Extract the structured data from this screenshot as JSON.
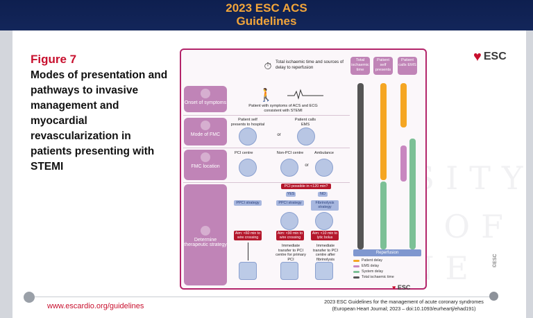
{
  "header": {
    "line1": "2023 ESC ACS",
    "line2": "Guidelines"
  },
  "figure": {
    "label": "Figure 7",
    "description": "Modes of presentation and pathways to invasive management and myocardial revascularization in patients presenting with STEMI"
  },
  "brand": {
    "logo_text": "ESC",
    "mini_logo": "ESC",
    "side_copyright": "©ESC"
  },
  "diagram": {
    "top_note": "Total ischaemic time and sources of delay to reperfusion",
    "columns": [
      "Total ischaemic time",
      "Patient self presents",
      "Patient calls EMS"
    ],
    "rows": [
      "Onset of symptoms",
      "Mode of FMC",
      "FMC location",
      "Determine therapeutic strategy"
    ],
    "onset_text": "Patient with symptoms of ACS and ECG consistent with STEMI",
    "fmc_self": "Patient self presents to hospital",
    "fmc_or": "or",
    "fmc_ems": "Patient calls EMS",
    "loc_pci": "PCI centre",
    "loc_nonpci": "Non-PCI centre",
    "loc_or": "or",
    "loc_amb": "Ambulance",
    "pci_possible": "PCI possible in <120 min?",
    "yes": "YES",
    "no": "NO",
    "ppci1": "PPCI strategy",
    "ppci2": "PPCI strategy",
    "fibrino": "Fibrinolysis strategy",
    "aim1": "Aim: <60 min to wire crossing",
    "aim2": "Aim: <90 min to wire crossing",
    "aim3": "Aim: <10 min to lytic bolus",
    "transfer1": "Immediate transfer to PCI centre for primary PCI",
    "transfer2": "Immediate transfer to PCI centre after fibrinolysis",
    "reperfusion": "Reperfusion",
    "legend": [
      {
        "label": "Patient delay",
        "color": "#f5a623"
      },
      {
        "label": "EMS delay",
        "color": "#c887c0"
      },
      {
        "label": "System delay",
        "color": "#7cc096"
      },
      {
        "label": "Total ischaemic time",
        "color": "#555555"
      }
    ]
  },
  "footer": {
    "url": "www.escardio.org/guidelines",
    "citation_l1": "2023 ESC Guidelines for the management of acute coronary syndromes",
    "citation_l2": "(European Heart Journal; 2023 – doi:10.1093/eurheartj/ehad191)"
  }
}
